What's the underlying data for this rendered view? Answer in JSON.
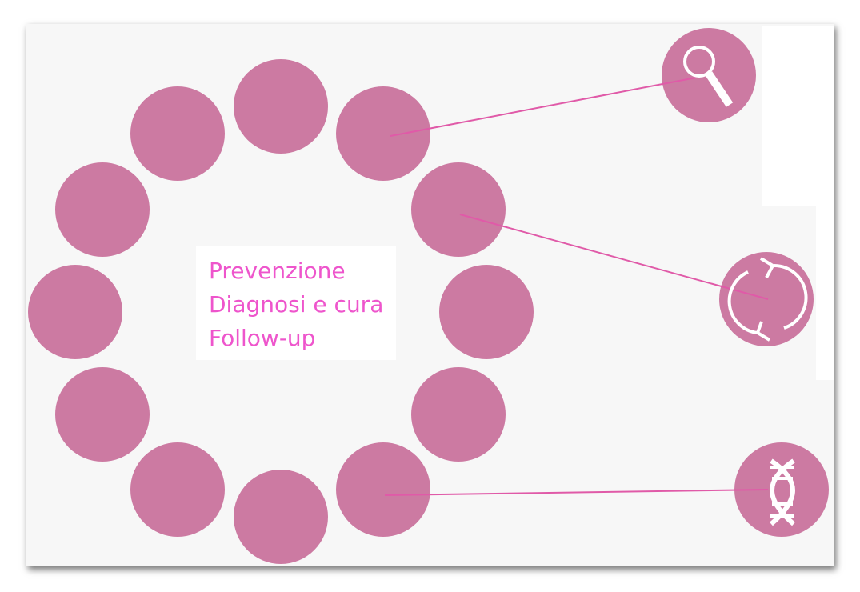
{
  "labels": {
    "items": [
      "Prevenzione",
      "Diagnosi e cura",
      "Follow-up"
    ]
  },
  "colors": {
    "circle": "#cc7aa2",
    "connector": "#e05aa8",
    "label_text": "#ee55cc",
    "icon": "#ffffff"
  },
  "icons": [
    "magnifier-icon",
    "refresh-arrows-icon",
    "dna-icon"
  ]
}
